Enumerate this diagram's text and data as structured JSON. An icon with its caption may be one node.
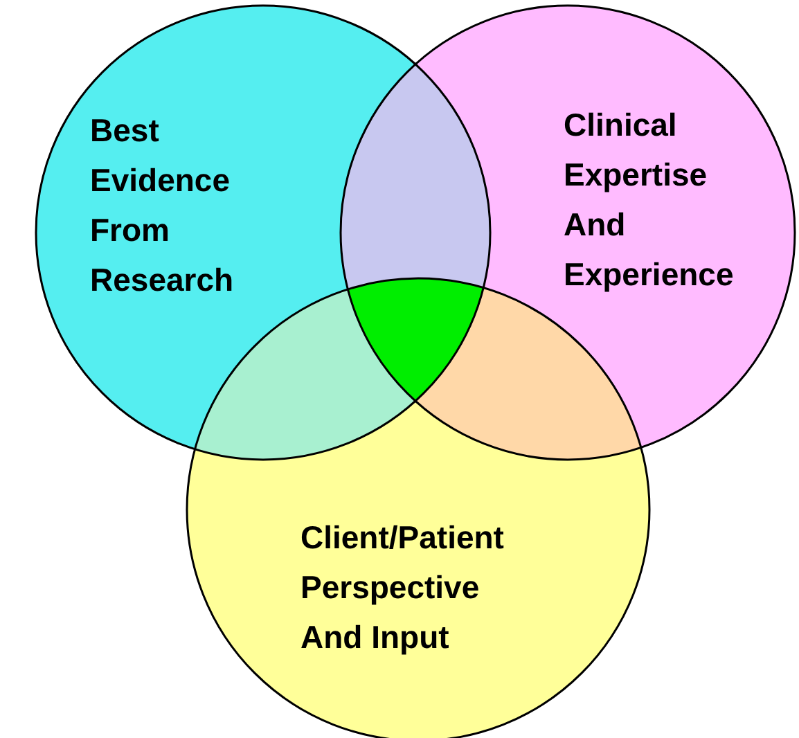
{
  "diagram": {
    "nodes": [
      {
        "text": [
          "Best Evidence From Research"
        ]
      },
      {
        "text": [
          "Clinical Expertise And Experience"
        ]
      },
      {
        "text": [
          "Client/Patient Perspective And Input"
        ]
      }
    ]
  }
}
